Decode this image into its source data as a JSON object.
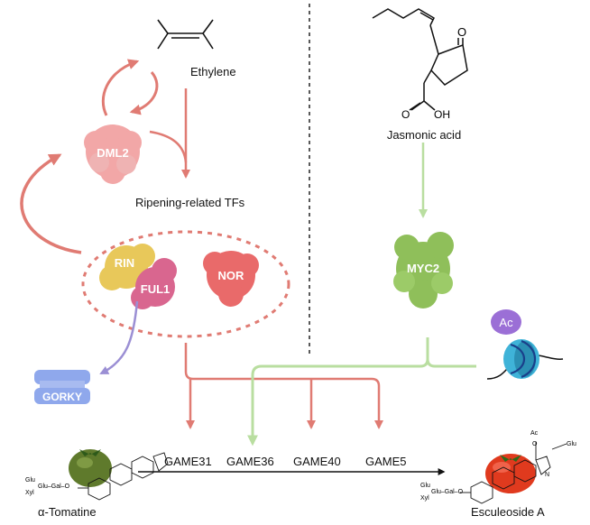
{
  "molecules": {
    "ethylene": "Ethylene",
    "jasmonic_acid": "Jasmonic acid",
    "ja_oxygen": "O",
    "ja_acid_oxygen": "O",
    "ja_hydroxyl": "OH",
    "alpha_tomatine": "α-Tomatine",
    "esculeoside_a": "Esculeoside A",
    "sugar_left": [
      "Glu",
      "Xyl",
      "Glu–Gal–O"
    ],
    "sugar_right": [
      "Glu",
      "Xyl",
      "Glu–Gal–O"
    ],
    "esc_groups": [
      "Ac",
      "O",
      "Glu",
      "N"
    ]
  },
  "proteins": {
    "dml2": "DML2",
    "rin": "RIN",
    "ful1": "FUL1",
    "nor": "NOR",
    "myc2": "MYC2",
    "gorky": "GORKY",
    "acetyl": "Ac"
  },
  "labels": {
    "ripening_tfs": "Ripening-related TFs"
  },
  "genes": [
    "GAME31",
    "GAME36",
    "GAME40",
    "GAME5"
  ],
  "colors": {
    "red_arrow": "#e07b73",
    "green_arrow": "#b9dea0",
    "purple_arrow": "#9b8fd4",
    "dml2": "#f2a7a7",
    "rin": "#e8c85a",
    "ful1": "#d9668f",
    "nor": "#e96a6a",
    "myc2": "#8fbf5a",
    "gorky": "#8fa8ec",
    "nucleosome": "#3fb3d8",
    "acetyl": "#9b6fd6",
    "tomato_green": "#5f7a2c",
    "tomato_red": "#e03a1e"
  }
}
